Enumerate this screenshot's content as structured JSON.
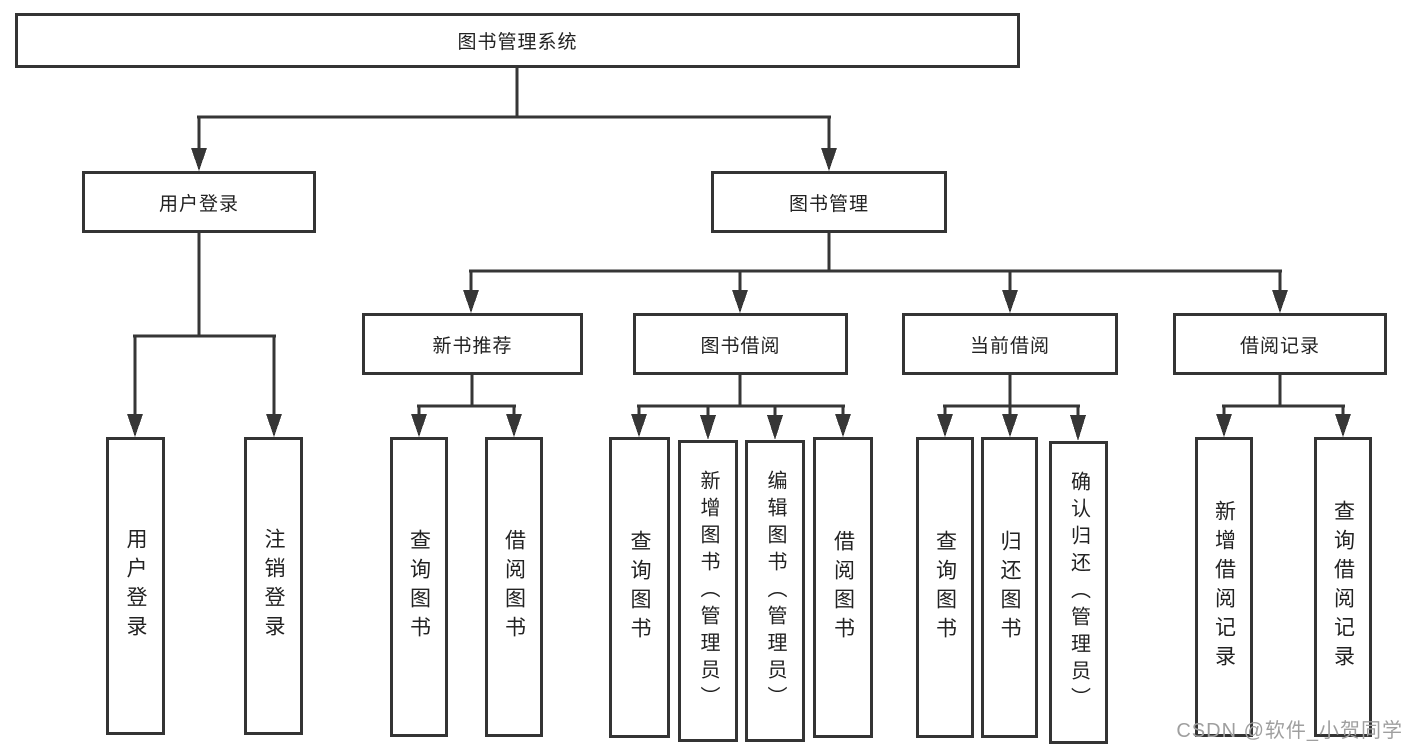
{
  "diagram": {
    "title_hint": "library management system function structure",
    "root": {
      "label": "图书管理系统"
    },
    "branches": [
      {
        "label": "用户登录",
        "children": [
          {
            "label": "用户登录"
          },
          {
            "label": "注销登录"
          }
        ]
      },
      {
        "label": "图书管理",
        "children": [
          {
            "label": "新书推荐",
            "children": [
              {
                "label": "查询图书"
              },
              {
                "label": "借阅图书"
              }
            ]
          },
          {
            "label": "图书借阅",
            "children": [
              {
                "label": "查询图书"
              },
              {
                "label": "新增图书（管理员）"
              },
              {
                "label": "编辑图书（管理员）"
              },
              {
                "label": "借阅图书"
              }
            ]
          },
          {
            "label": "当前借阅",
            "children": [
              {
                "label": "查询图书"
              },
              {
                "label": "归还图书"
              },
              {
                "label": "确认归还（管理员）"
              }
            ]
          },
          {
            "label": "借阅记录",
            "children": [
              {
                "label": "新增借阅记录"
              },
              {
                "label": "查询借阅记录"
              }
            ]
          }
        ]
      }
    ]
  },
  "watermark": {
    "text": "CSDN @软件_小贺同学"
  },
  "colors": {
    "line": "#363636",
    "box_border": "#343434",
    "text": "#222222",
    "background": "#ffffff",
    "watermark": "#9f9f9f"
  }
}
